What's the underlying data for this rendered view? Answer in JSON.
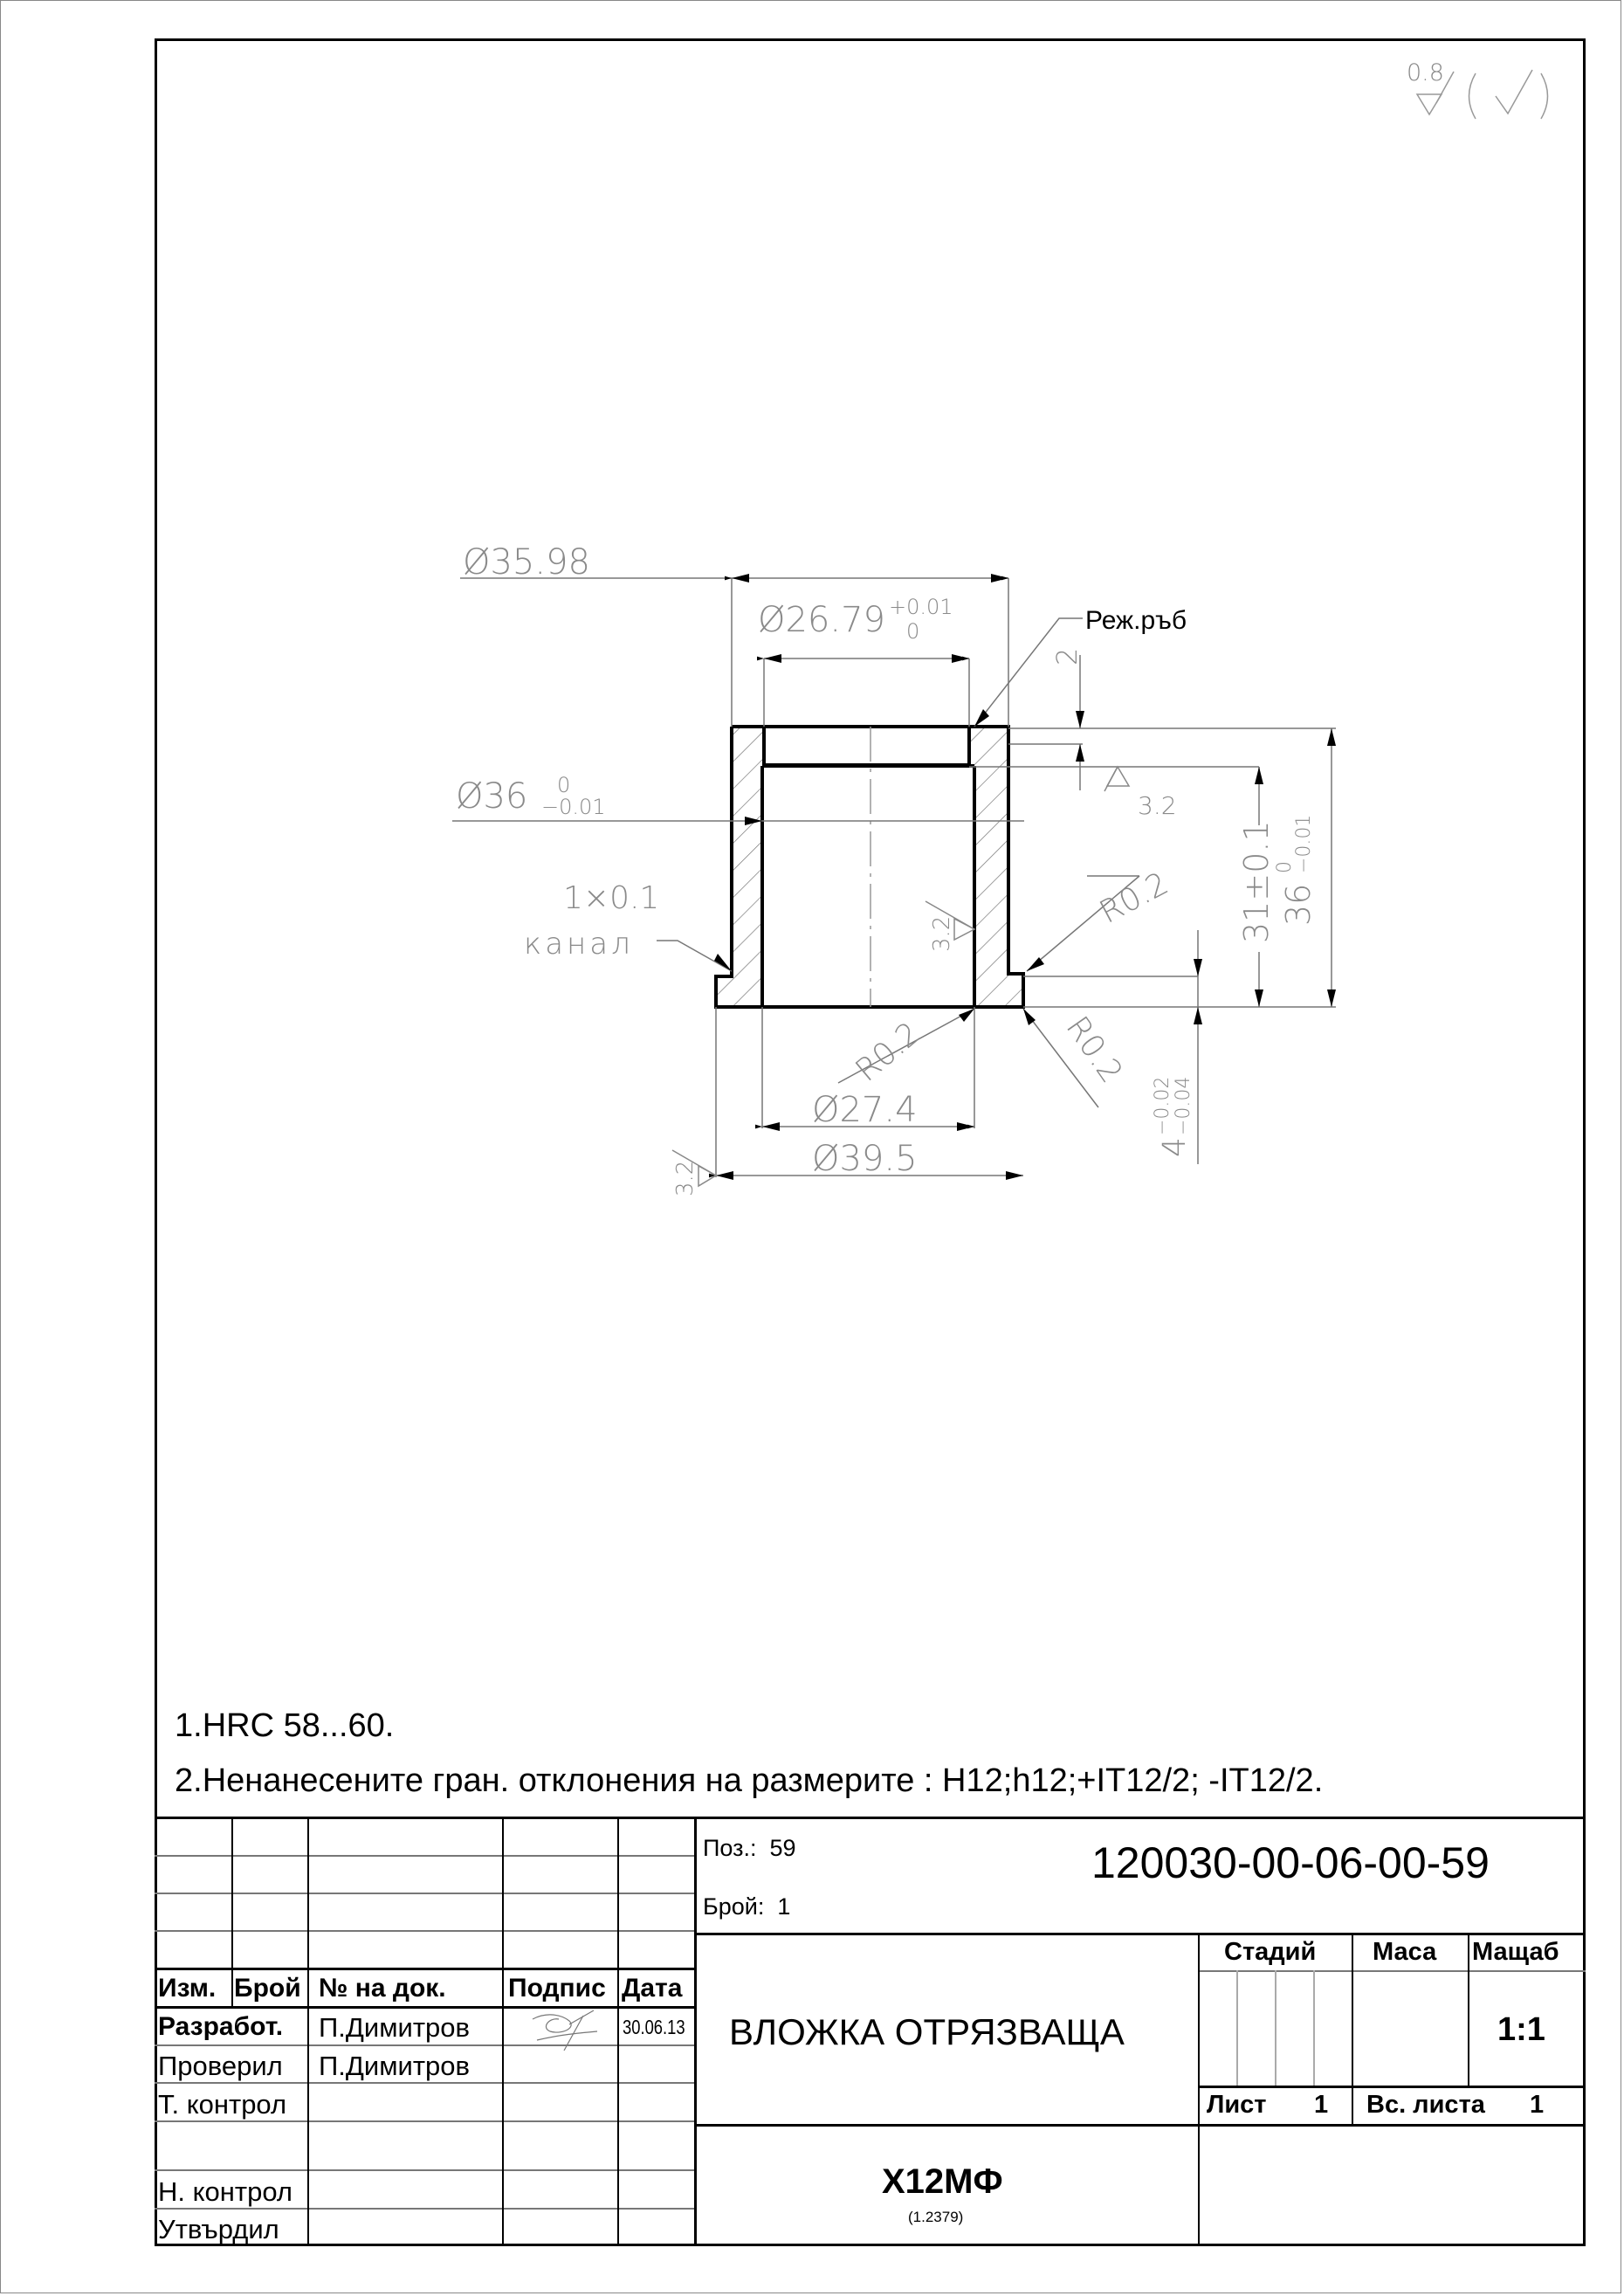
{
  "surface_finish_general": {
    "value": "0.8",
    "symbol": "surface-roughness-check-in-parentheses"
  },
  "drawing": {
    "dimensions": {
      "d_35_98": "Ø35.98",
      "d_26_79": "Ø26.79",
      "d_26_79_tol_upper": "+0.01",
      "d_26_79_tol_lower": "0",
      "d_36": "Ø36",
      "d_36_tol_upper": "0",
      "d_36_tol_lower": "−0.01",
      "chamfer": "1×0.1",
      "groove_label": "канал",
      "edge_label": "Реж.ръб",
      "depth_2": "2",
      "roughness_3_2_a": "3.2",
      "roughness_3_2_b": "3.2",
      "roughness_3_2_c": "3.2",
      "radius_a": "R0.2",
      "radius_b": "R0.2",
      "radius_c": "R0.2",
      "len_31": "31±0.1",
      "len_36": "36",
      "len_36_tol_upper": "0",
      "len_36_tol_lower": "−0.01",
      "flange_4": "4",
      "flange_4_tol_upper": "−0.02",
      "flange_4_tol_lower": "−0.04",
      "d_27_4": "Ø27.4",
      "d_39_5": "Ø39.5"
    }
  },
  "notes": {
    "note1": "1.HRC 58...60.",
    "note2": "2.Ненанесените гран. отклонения на размерите : H12;h12;+IT12/2; -IT12/2."
  },
  "title_block": {
    "headers": {
      "izm": "Изм.",
      "broy": "Брой",
      "doc_no": "№ на док.",
      "podpis": "Подпис",
      "data": "Дата"
    },
    "rows": [
      {
        "role": "Разработ.",
        "name": "П.Димитров",
        "signature": "signature",
        "date": "30.06.13"
      },
      {
        "role": "Проверил",
        "name": "П.Димитров",
        "date": ""
      },
      {
        "role": "Т. контрол",
        "name": "",
        "date": ""
      },
      {
        "role": "",
        "name": "",
        "date": ""
      },
      {
        "role": "Н. контрол",
        "name": "",
        "date": ""
      },
      {
        "role": "Утвърдил",
        "name": "",
        "date": ""
      }
    ],
    "poz_label": "Поз.:",
    "poz_value": "59",
    "broy_label": "Брой:",
    "broy_value": "1",
    "drawing_number": "120030-00-06-00-59",
    "part_name": "ВЛОЖКА ОТРЯЗВАЩА",
    "stage_label": "Стадий",
    "mass_label": "Маса",
    "scale_label": "Мащаб",
    "mass_value": "",
    "scale_value": "1:1",
    "sheet_label": "Лист",
    "sheet_value": "1",
    "sheets_total_label": "Вс. листа",
    "sheets_total_value": "1",
    "material": "Х12МФ",
    "material_equiv": "(1.2379)"
  }
}
